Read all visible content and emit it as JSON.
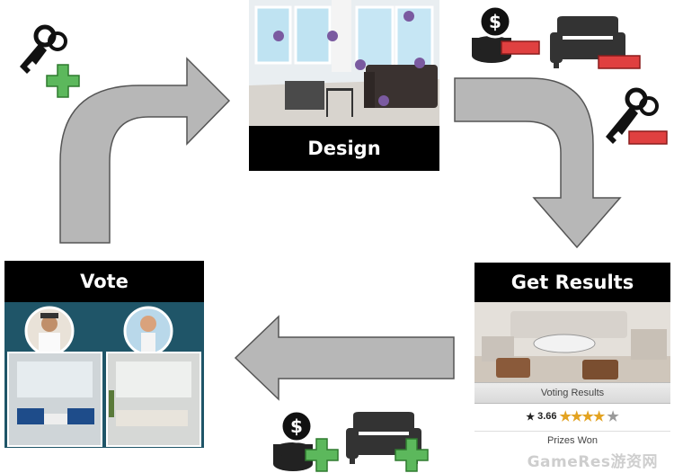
{
  "stages": {
    "design": {
      "label": "Design"
    },
    "results": {
      "label": "Get Results",
      "heading": "Voting Results",
      "score": "3.66",
      "stars_filled": 3.66,
      "stars_total": 5,
      "prizes": "Prizes Won"
    },
    "vote": {
      "label": "Vote"
    }
  },
  "icons": {
    "top_left": [
      "key-icon",
      "plus-icon"
    ],
    "top_right": [
      "coins-icon",
      "minus-icon",
      "sofa-icon",
      "minus-icon"
    ],
    "right_middle": [
      "key-icon",
      "minus-icon"
    ],
    "bottom": [
      "coins-icon",
      "plus-icon",
      "sofa-icon",
      "plus-icon"
    ]
  },
  "colors": {
    "plus": "#5cb85c",
    "minus": "#e04040",
    "arrow": "#b7b7b7",
    "label_bg": "#000000"
  },
  "watermark": "GameRes游资网"
}
